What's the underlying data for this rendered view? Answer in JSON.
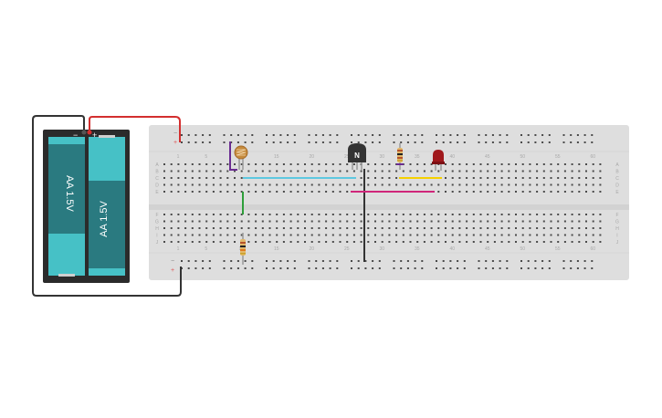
{
  "battery_pack": {
    "cells": [
      {
        "label": "AA 1.5V"
      },
      {
        "label": "AA 1.5V"
      }
    ],
    "terminal_minus": "−",
    "terminal_plus": "+"
  },
  "breadboard": {
    "column_numbers": [
      "1",
      "5",
      "10",
      "15",
      "20",
      "25",
      "30",
      "35",
      "40",
      "45",
      "50",
      "55",
      "60"
    ],
    "row_letters_top": [
      "A",
      "B",
      "C",
      "D",
      "E"
    ],
    "row_letters_bottom": [
      "F",
      "G",
      "H",
      "I",
      "J"
    ],
    "rail_plus": "+",
    "rail_minus": "−"
  },
  "components": {
    "transistor_label": "N"
  },
  "colors": {
    "wire_red": "#d32f2f",
    "wire_black": "#333333",
    "wire_cyan": "#5ec8e0",
    "wire_yellow": "#f5d000",
    "wire_magenta": "#d0267a",
    "wire_green": "#2e9e3a",
    "wire_purple": "#6a2c91",
    "led_red": "#a0181c",
    "battery_teal": "#2a7a80",
    "battery_teal_light": "#46c1c6"
  }
}
